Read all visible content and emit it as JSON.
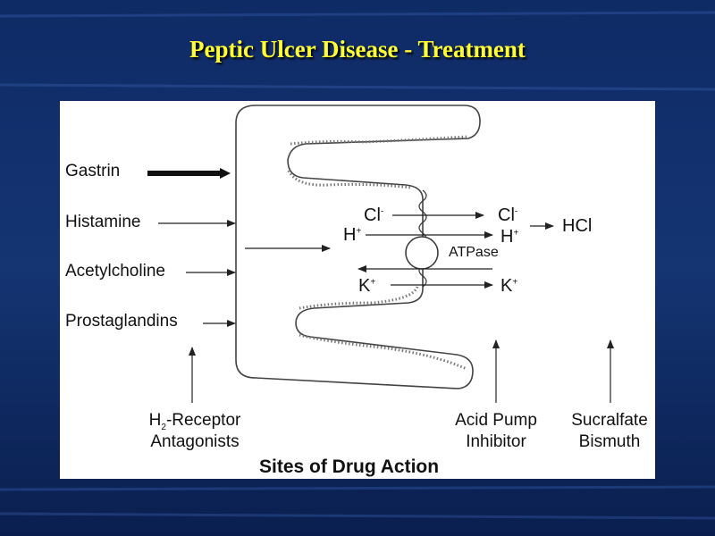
{
  "slide": {
    "title": "Peptic Ulcer Disease - Treatment",
    "background": "#0b2357",
    "title_color": "#ffff33"
  },
  "diagram": {
    "stimuli": [
      "Gastrin",
      "Histamine",
      "Acetylcholine",
      "Prostaglandins"
    ],
    "ions": {
      "cl_left": "Cl",
      "cl_right": "Cl",
      "h_left": "H",
      "h_right": "H",
      "k_left": "K",
      "k_right": "K",
      "minus_sup": "-",
      "plus_sup": "+"
    },
    "enzyme": "ATPase",
    "product": "HCl",
    "drugs": {
      "h2_pre": "H",
      "h2_sub": "2",
      "h2_post": "-Receptor",
      "h2_line2": "Antagonists",
      "pump_line1": "Acid Pump",
      "pump_line2": "Inhibitor",
      "sucralfate": "Sucralfate",
      "bismuth": "Bismuth"
    },
    "caption": "Sites of Drug Action"
  }
}
